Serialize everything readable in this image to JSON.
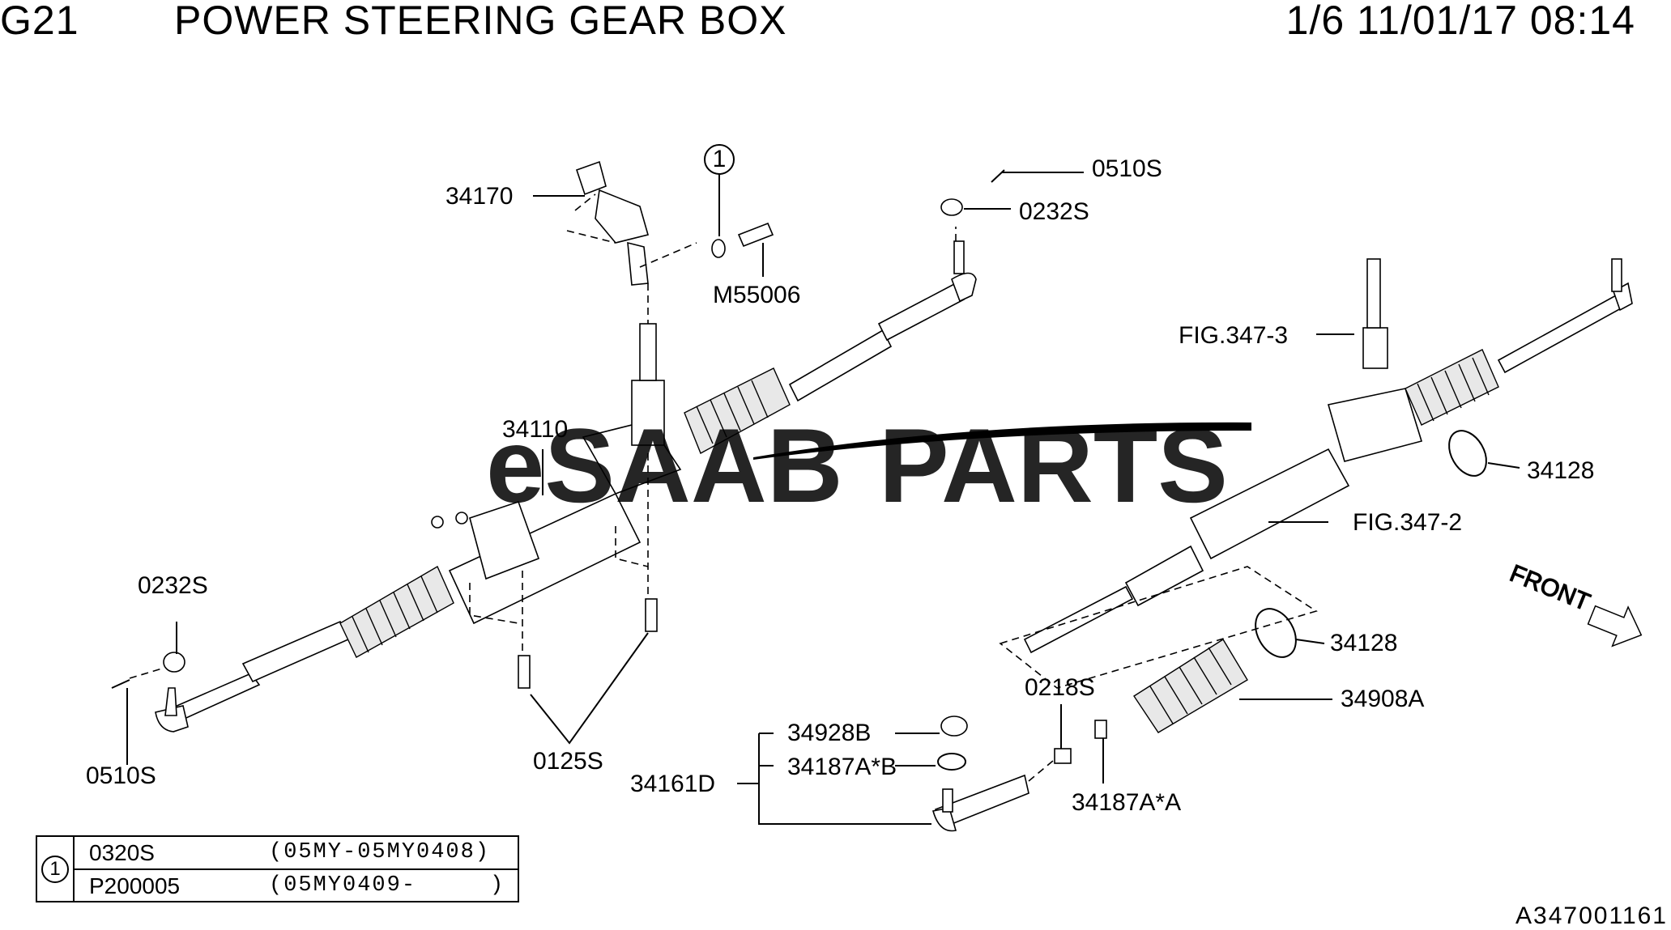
{
  "header": {
    "group_code": "G21",
    "title": "POWER STEERING GEAR BOX",
    "page_info": "1/6 11/01/17 08:14"
  },
  "watermark": {
    "prefix": "eSAAB",
    "suffix": "PARTS",
    "prefix_color": "#e9b3b5",
    "suffix_color": "#e07f86"
  },
  "callouts": {
    "c34170": "34170",
    "circle_ref": "1",
    "c0510s_top": "0510S",
    "c0232s_top": "0232S",
    "cM55006": "M55006",
    "c34110": "34110",
    "c0232s_left": "0232S",
    "c0510s_left": "0510S",
    "c0125s": "0125S",
    "fig3473": "FIG.347-3",
    "c34128_a": "34128",
    "fig3472": "FIG.347-2",
    "c34128_b": "34128",
    "c0218s": "0218S",
    "c34908a": "34908A",
    "c34928b": "34928B",
    "c34187ab": "34187A*B",
    "c34161d": "34161D",
    "c34187aa": "34187A*A",
    "front": "FRONT"
  },
  "notes": {
    "ref": "1",
    "rows": [
      {
        "part": "0320S",
        "range": "(05MY-05MY0408)"
      },
      {
        "part": "P200005",
        "range": "(05MY0409-     )"
      }
    ]
  },
  "footer": {
    "code": "A347001161"
  }
}
